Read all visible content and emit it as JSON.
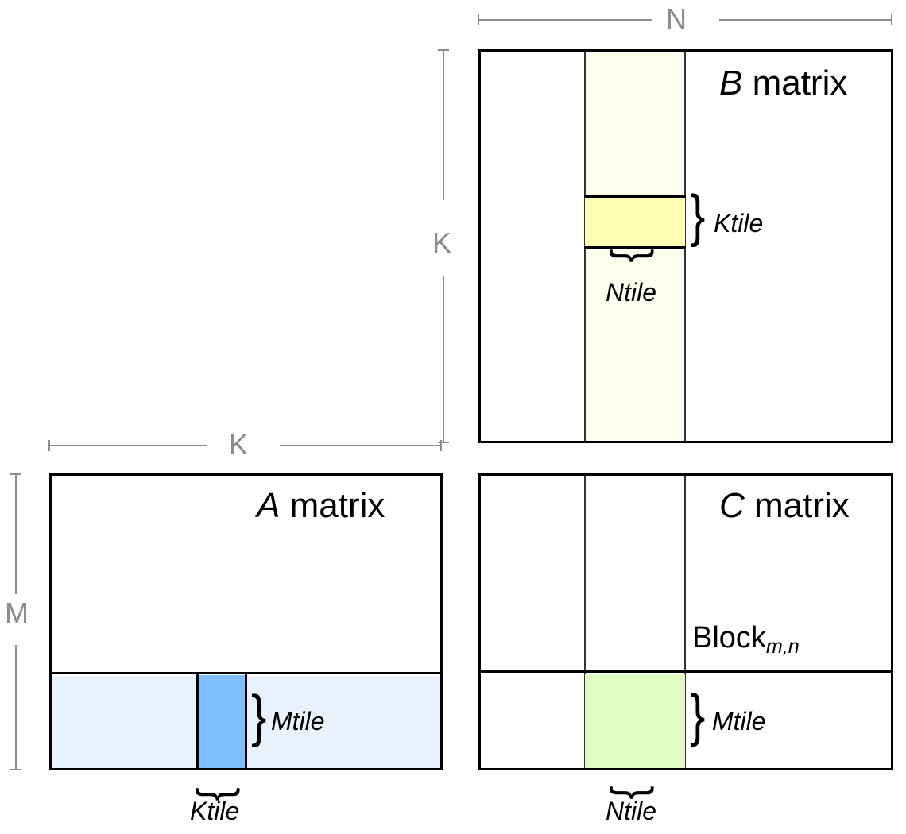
{
  "diagram": {
    "title_hidden": "Matrix multiplication blocking and tiling diagram",
    "matrices": {
      "a": {
        "letter": "A",
        "word": " matrix",
        "fill_row_color": "#e8f2fd",
        "tile_color": "#7fbfff"
      },
      "b": {
        "letter": "B",
        "word": " matrix",
        "fill_col_color": "#fffff0",
        "tile_color": "#ffffb3"
      },
      "c": {
        "letter": "C",
        "word": " matrix",
        "tile_color": "#defcc4",
        "block_text": "Block",
        "block_subscript": "m,n"
      }
    },
    "dimensions": {
      "n": "N",
      "k_vertical": "K",
      "k_horizontal": "K",
      "m": "M",
      "line_color": "#8c8c8c"
    },
    "tile_labels": {
      "b_ktile": "Ktile",
      "b_ntile": "Ntile",
      "a_mtile": "Mtile",
      "a_ktile": "Ktile",
      "c_mtile": "Mtile",
      "c_ntile": "Ntile"
    },
    "brace_glyph": "}"
  }
}
